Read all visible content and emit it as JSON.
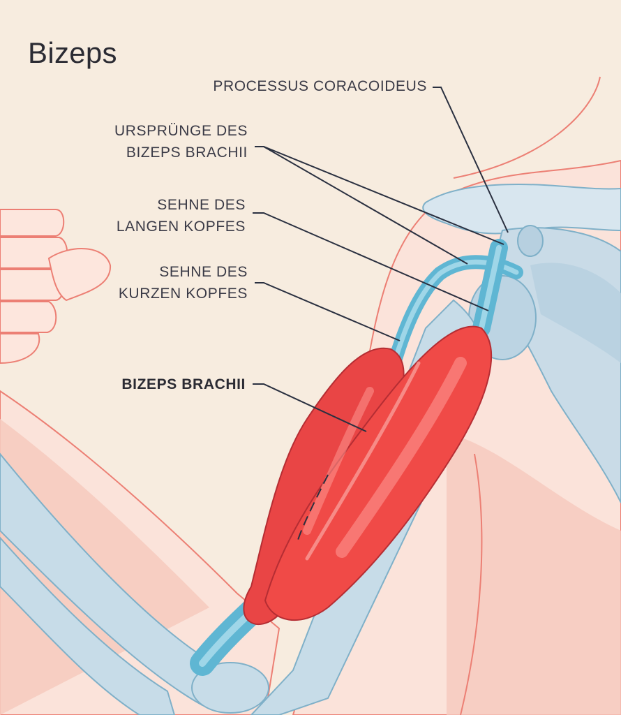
{
  "title": "Bizeps",
  "labels": {
    "processus": "PROCESSUS CORACOIDEUS",
    "urspruenge": [
      "URSPRÜNGE DES",
      "BIZEPS BRACHII"
    ],
    "sehne_lang": [
      "SEHNE DES",
      "LANGEN KOPFES"
    ],
    "sehne_kurz": [
      "SEHNE DES",
      "KURZEN KOPFES"
    ],
    "muskel": "BIZEPS BRACHII"
  },
  "colors": {
    "background": "#f7ecdf",
    "skin_outline": "#e8726a",
    "muscle": "#ef3f3f",
    "tendon": "#5fb6d3",
    "bone": "#c5dce8",
    "leader_line": "#2a3040"
  }
}
